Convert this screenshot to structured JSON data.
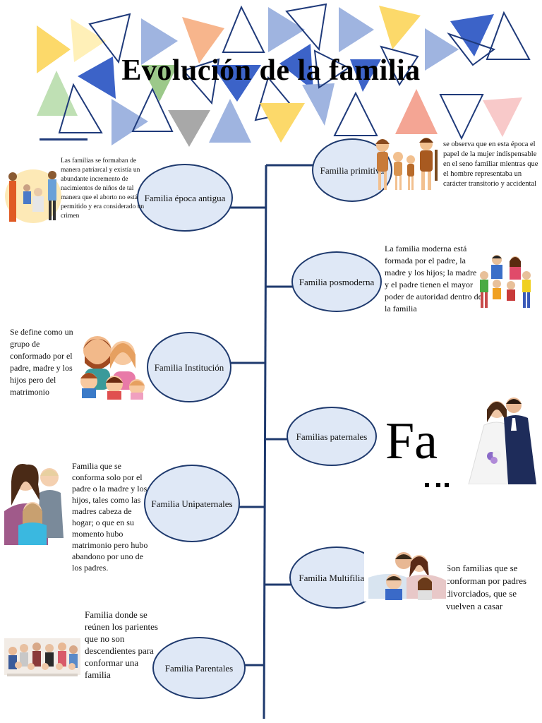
{
  "title": "Evolución de la familia",
  "nodes": {
    "primitiva": "Familia primitiva",
    "antigua": "Familia época antigua",
    "posmoderna": "Familia posmoderna",
    "institucion": "Familia Institución",
    "paternales": "Familias paternales",
    "unipaternales": "Familia Unipaternales",
    "multifiliales": "Familia Multifiliales",
    "parentales": "Familia Parentales"
  },
  "descriptions": {
    "primitiva": "se observa que en esta época el papel de la mujer indispensable en el seno familiar mientras que el hombre representaba un carácter transitorio y accidental",
    "antigua": "Las familias se formaban de manera patriarcal y existía un abundante incremento de nacimientos de niños de tal manera que el aborto no está permitido y era considerado un crimen",
    "posmoderna": "La familia moderna está formada por el padre, la madre y los hijos; la madre y el padre tienen el mayor poder de autoridad dentro de la familia",
    "institucion": "Se define como un grupo de conformado por el padre, madre y los hijos pero del matrimonio",
    "paternales": "Fa",
    "unipaternales": "Familia que se conforma solo por el padre o la madre y los hijos, tales como las madres cabeza de hogar; o que en su momento hubo matrimonio pero hubo abandono por uno de los padres.",
    "multifiliales": "Son familias que se conforman por padres divorciados, que se vuelven a casar",
    "parentales": "Familia donde se reúnen los parientes que no son descendientes para conformar una familia"
  },
  "colors": {
    "node_fill": "#dfe8f6",
    "node_border": "#1f3a6e",
    "spine": "#1f3a6e",
    "triangle_blue": "#3c63c8",
    "triangle_lightblue": "#9fb4e0",
    "triangle_yellow": "#fcd96a",
    "triangle_peach": "#f7b58c",
    "triangle_green": "#bfe0b4",
    "triangle_gray": "#a8a8a8",
    "triangle_pink": "#f5b8b8"
  }
}
